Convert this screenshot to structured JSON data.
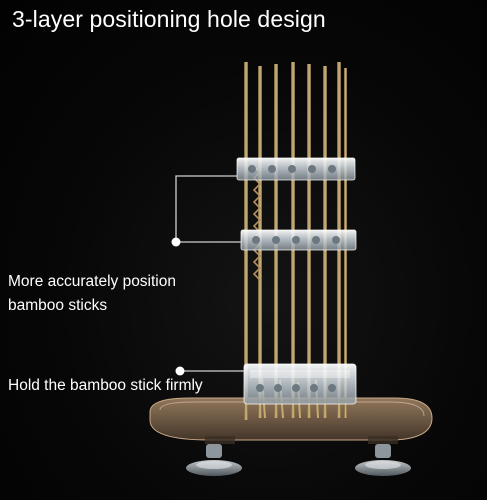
{
  "headline": "3-layer positioning hole design",
  "callouts": [
    {
      "line1": "More accurately position",
      "line2": "bamboo sticks"
    },
    {
      "line1": "Hold the bamboo stick firmly"
    }
  ],
  "colors": {
    "background": "#050505",
    "text": "#ffffff",
    "sticks": "#b89a5c",
    "acrylic": "#e8eef2",
    "base": "#8a6e52",
    "callout_line": "#cfcfcf"
  }
}
